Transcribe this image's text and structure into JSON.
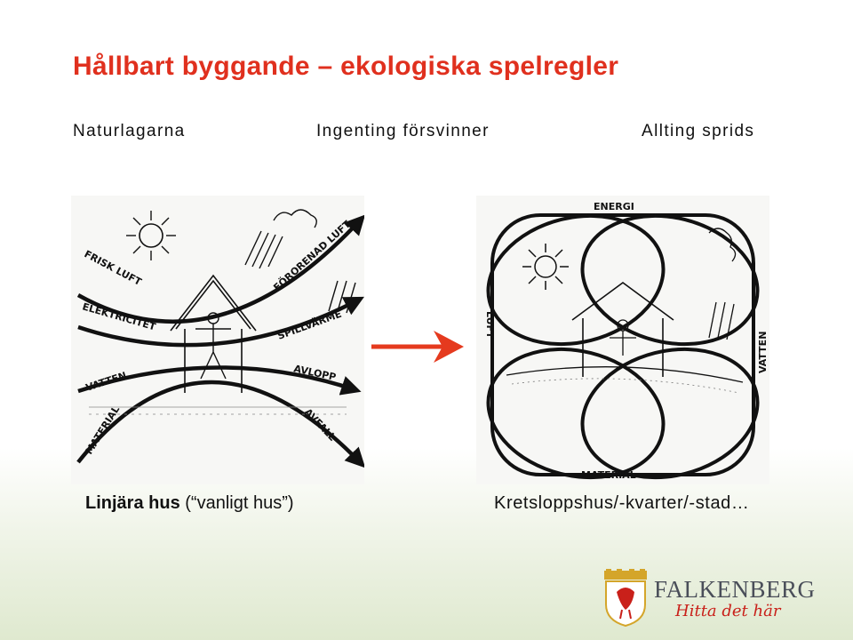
{
  "slide": {
    "title": "Hållbart byggande – ekologiska spelregler",
    "subtitles": [
      "Naturlagarna",
      "Ingenting försvinner",
      "Allting sprids"
    ]
  },
  "linear_diagram": {
    "labels": {
      "frisk_luft": "FRISK LUFT",
      "fororenad_luft": "FÖRORENAD LUFT",
      "elektricitet": "ELEKTRICITET",
      "spillvarme": "SPILLVÄRME",
      "vatten": "VATTEN",
      "avlopp": "AVLOPP",
      "material": "MATERIAL",
      "avfall": "AVFALL"
    },
    "caption_bold": "Linjära hus",
    "caption_rest": " (“vanligt hus”)"
  },
  "cycle_diagram": {
    "labels": {
      "energi": "ENERGI",
      "luft": "LUFT",
      "vatten": "VATTEN",
      "material": "MATERIAL"
    },
    "caption": "Kretsloppshus/-kvarter/-stad…"
  },
  "logo": {
    "name": "FALKENBERG",
    "tagline": "Hitta det här"
  },
  "colors": {
    "title": "#e0301e",
    "arrow": "#e53a1e",
    "logo_text": "#4a4e59",
    "tagline": "#c9201a"
  },
  "icons": [
    "sun-icon",
    "cloud-rain-icon",
    "house-icon",
    "person-icon",
    "right-arrow-icon",
    "coat-of-arms-icon"
  ]
}
